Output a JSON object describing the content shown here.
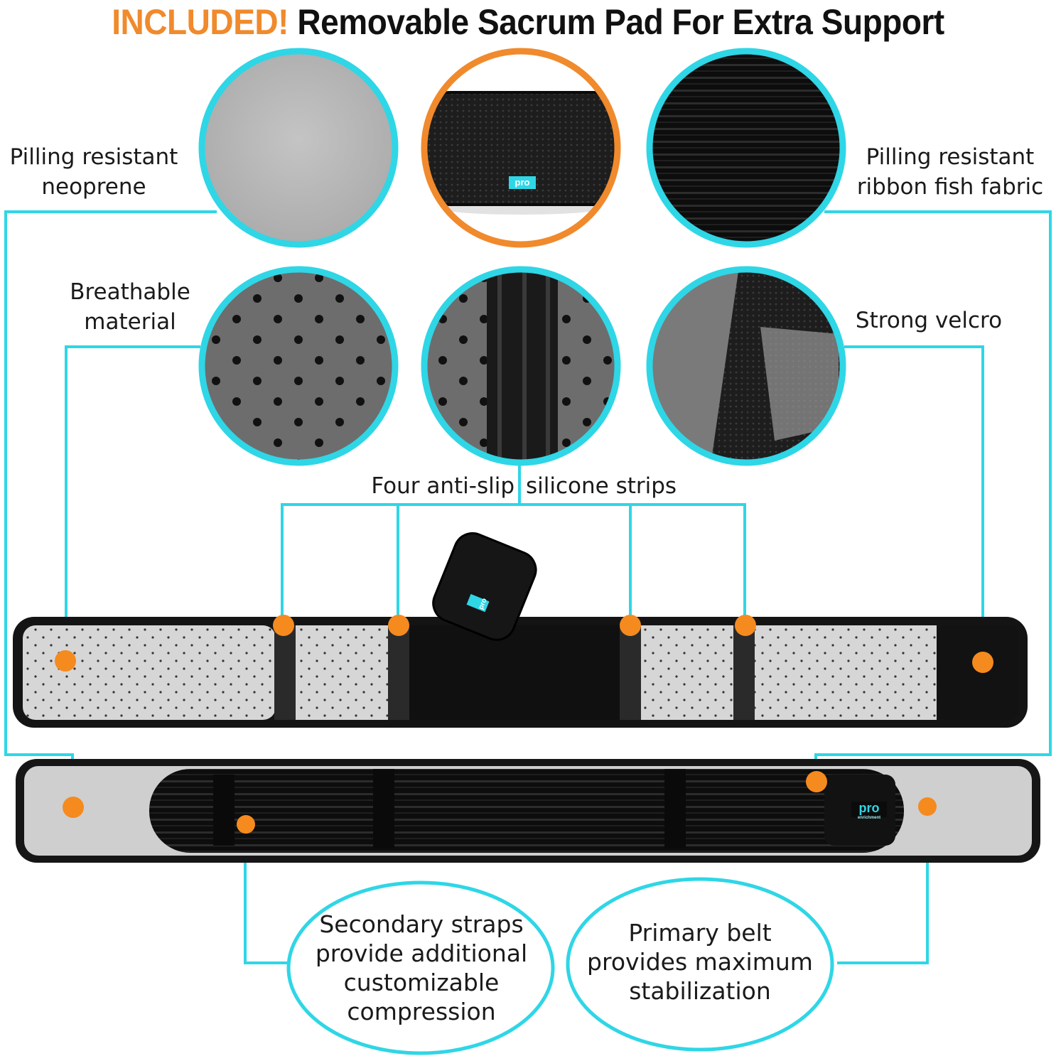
{
  "header": {
    "accent": "INCLUDED!",
    "title": "Removable Sacrum Pad For Extra Support"
  },
  "labels": {
    "neoprene_line1": "Pilling resistant",
    "neoprene_line2": "neoprene",
    "ribbon_line1": "Pilling resistant",
    "ribbon_line2": "ribbon fish fabric",
    "breathable_line1": "Breathable",
    "breathable_line2": "material",
    "velcro": "Strong velcro",
    "strips_left": "Four anti-slip",
    "strips_right": "silicone strips"
  },
  "callouts": {
    "secondary_line1": "Secondary straps",
    "secondary_line2": "provide additional",
    "secondary_line3": "customizable",
    "secondary_line4": "compression",
    "primary_line1": "Primary belt",
    "primary_line2": "provides maximum",
    "primary_line3": "stabilization"
  },
  "logos": {
    "pad_logo": "pro",
    "insert_logo": "pro",
    "belt_logo": "pro",
    "belt_logo_sub": "enrichment"
  },
  "colors": {
    "accent_orange": "#f08a2c",
    "cyan": "#2fd6e6",
    "dot_orange": "#f58a1f",
    "fabric_black": "#141414",
    "fabric_grey": "#c9c9c9"
  }
}
